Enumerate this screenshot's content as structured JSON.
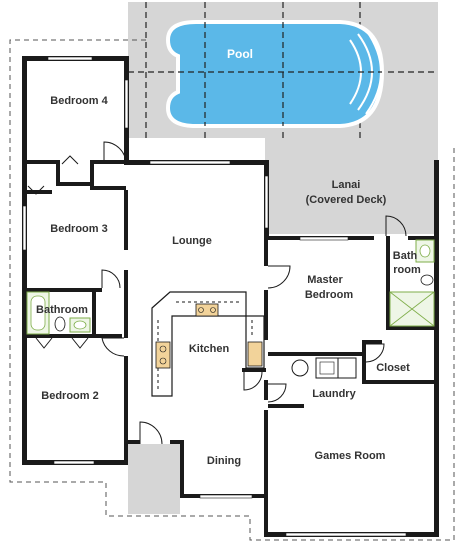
{
  "colors": {
    "wall": "#1a1a1a",
    "paving": "#d6d6d6",
    "pool_water": "#5bb8e8",
    "pool_edge": "#ffffff",
    "fixture_wet": "#eef6e6",
    "fixture_edge": "#7fae4a",
    "appliance": "#f2d39a",
    "label": "#333333"
  },
  "rooms": {
    "pool": "Pool",
    "bedroom_4": "Bedroom 4",
    "bedroom_3": "Bedroom 3",
    "lounge": "Lounge",
    "lanai_line1": "Lanai",
    "lanai_line2": "(Covered Deck)",
    "bath_line1": "Bath",
    "bath_line2": "room",
    "master_line1": "Master",
    "master_line2": "Bedroom",
    "bathroom": "Bathroom",
    "kitchen": "Kitchen",
    "closet": "Closet",
    "laundry": "Laundry",
    "bedroom_2": "Bedroom 2",
    "dining": "Dining",
    "games_room": "Games Room"
  }
}
